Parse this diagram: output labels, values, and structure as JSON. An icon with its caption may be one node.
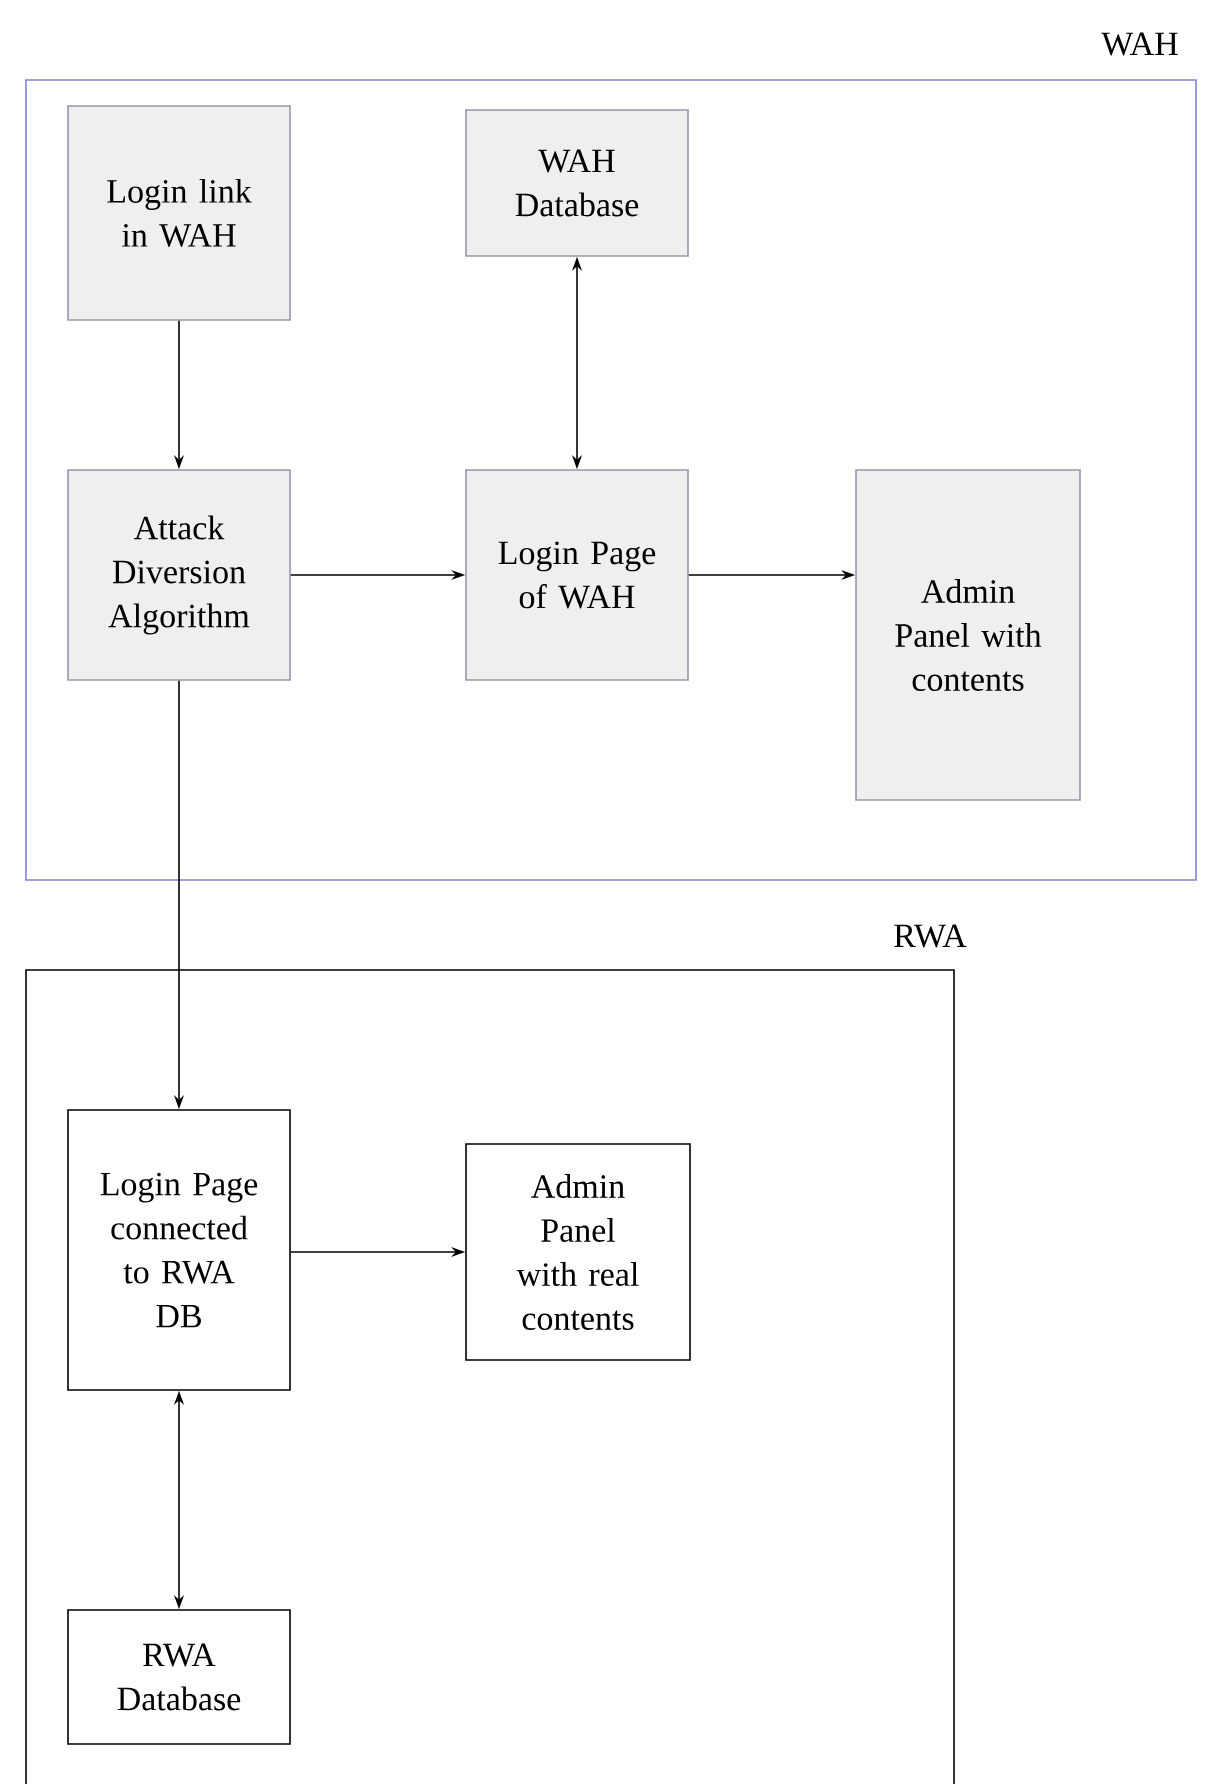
{
  "diagram": {
    "nodes": [
      {
        "text": [
          "WAH"
        ]
      },
      {
        "text": [
          "Login link in WAH"
        ],
        "in": 0
      },
      {
        "text": [
          "WAH Database"
        ],
        "in": 0
      },
      {
        "text": [
          "Attack Diversion Algorithm"
        ],
        "in": 0
      },
      {
        "text": [
          "Login Page of WAH"
        ],
        "in": 0
      },
      {
        "text": [
          "Admin Panel with contents"
        ],
        "in": 0
      },
      {
        "text": [
          "RWA"
        ]
      },
      {
        "text": [
          "Login Page connected to RWA DB"
        ],
        "in": 6
      },
      {
        "text": [
          "Admin Panel with real contents"
        ],
        "in": 6
      },
      {
        "text": [
          "RWA Database"
        ],
        "in": 6
      }
    ],
    "edges": [
      {
        "from": 1,
        "to": 3,
        "arrow": "to"
      },
      {
        "from": 2,
        "to": 4,
        "arrow": "both"
      },
      {
        "from": 3,
        "to": 4,
        "arrow": "to"
      },
      {
        "from": 4,
        "to": 5,
        "arrow": "to"
      },
      {
        "from": 3,
        "to": 7,
        "arrow": "to"
      },
      {
        "from": 7,
        "to": 8,
        "arrow": "to"
      },
      {
        "from": 7,
        "to": 9,
        "arrow": "both"
      }
    ]
  }
}
